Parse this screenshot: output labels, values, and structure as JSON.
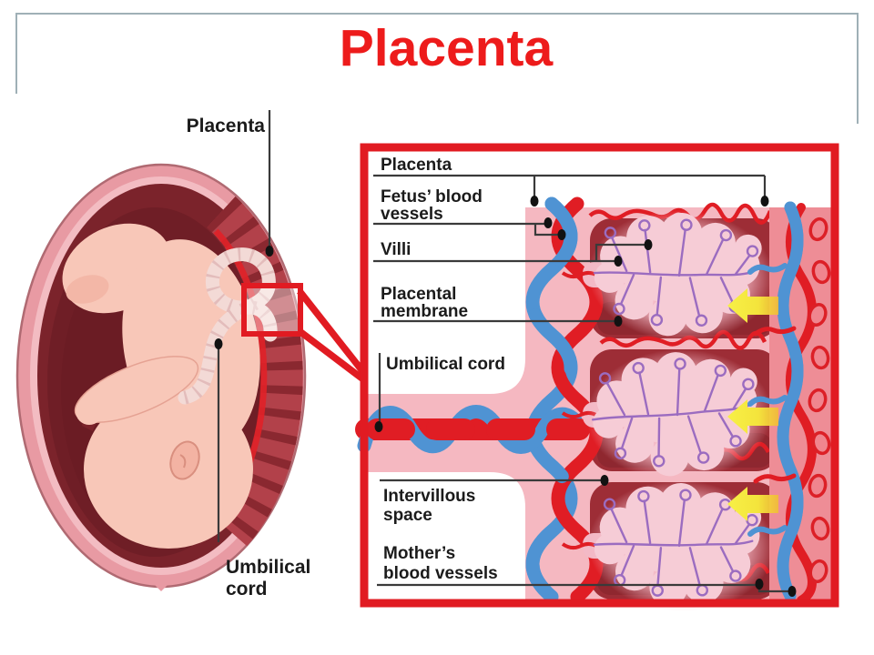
{
  "title": {
    "text": "Placenta",
    "color": "#ed1b1b"
  },
  "overview_figure": {
    "placenta_label": "Placenta",
    "umbilical_cord_line1": "Umbilical",
    "umbilical_cord_line2": "cord"
  },
  "detail_figure": {
    "placenta_label": "Placenta",
    "fetus_blood_vessels_line1": "Fetus’ blood",
    "fetus_blood_vessels_line2": "vessels",
    "villi_label": "Villi",
    "placental_membrane_line1": "Placental",
    "placental_membrane_line2": "membrane",
    "umbilical_cord_label": "Umbilical cord",
    "intervillous_space_line1": "Intervillous",
    "intervillous_space_line2": "space",
    "mothers_blood_vessels_line1": "Mother’s",
    "mothers_blood_vessels_line2": "blood vessels"
  },
  "colors": {
    "title_red": "#ed1b1b",
    "callout_red": "#e11b22",
    "frame_gray": "#9fb0b6",
    "tissue_pink": "#f5b8c1",
    "pool_maroon": "#9d2d36",
    "villus_pink": "#f6ccd6",
    "villus_outline_purple": "#9b6cc0",
    "vessel_blue": "#4f93d3",
    "vessel_red": "#e01d24",
    "arrow_yellow": "#f4e43c",
    "uterine_wall_pink": "#ee8d96",
    "uterus_interior_maroon": "#7b232b",
    "fetus_skin": "#f8c7b8",
    "label_text": "#1b1b1b"
  }
}
